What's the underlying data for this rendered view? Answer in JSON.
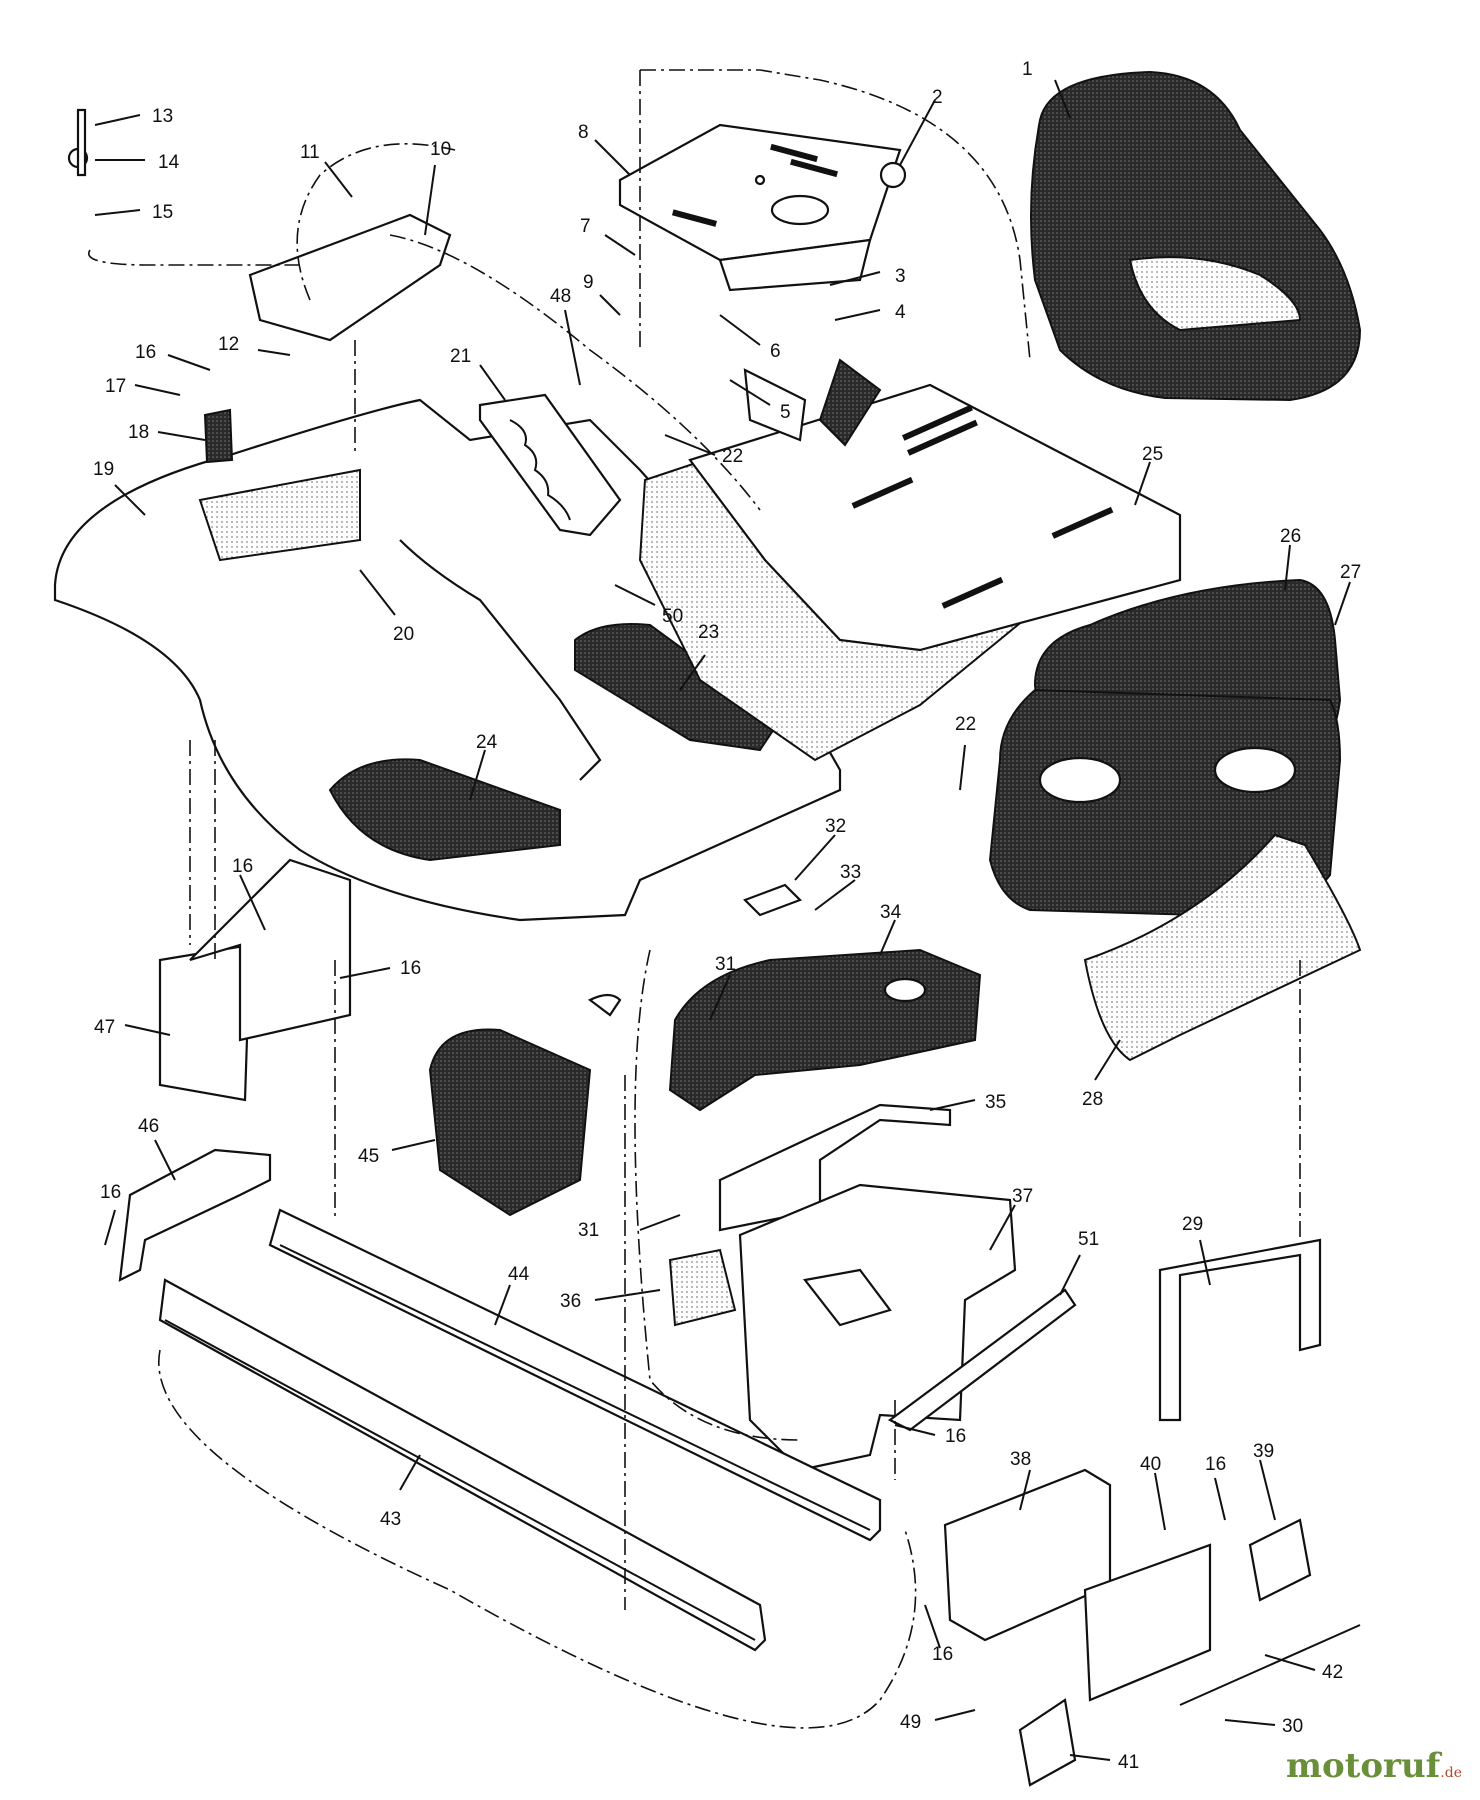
{
  "callouts": [
    "1",
    "2",
    "3",
    "4",
    "5",
    "6",
    "7",
    "8",
    "9",
    "10",
    "11",
    "12",
    "13",
    "14",
    "15",
    "16",
    "17",
    "18",
    "19",
    "20",
    "21",
    "22",
    "23",
    "24",
    "25",
    "26",
    "27",
    "28",
    "29",
    "30",
    "31",
    "32",
    "33",
    "34",
    "35",
    "36",
    "37",
    "38",
    "39",
    "40",
    "41",
    "42",
    "43",
    "44",
    "45",
    "46",
    "47",
    "48",
    "49",
    "50",
    "51"
  ],
  "logo": {
    "text": "motoruf",
    "suffix": ".de"
  }
}
